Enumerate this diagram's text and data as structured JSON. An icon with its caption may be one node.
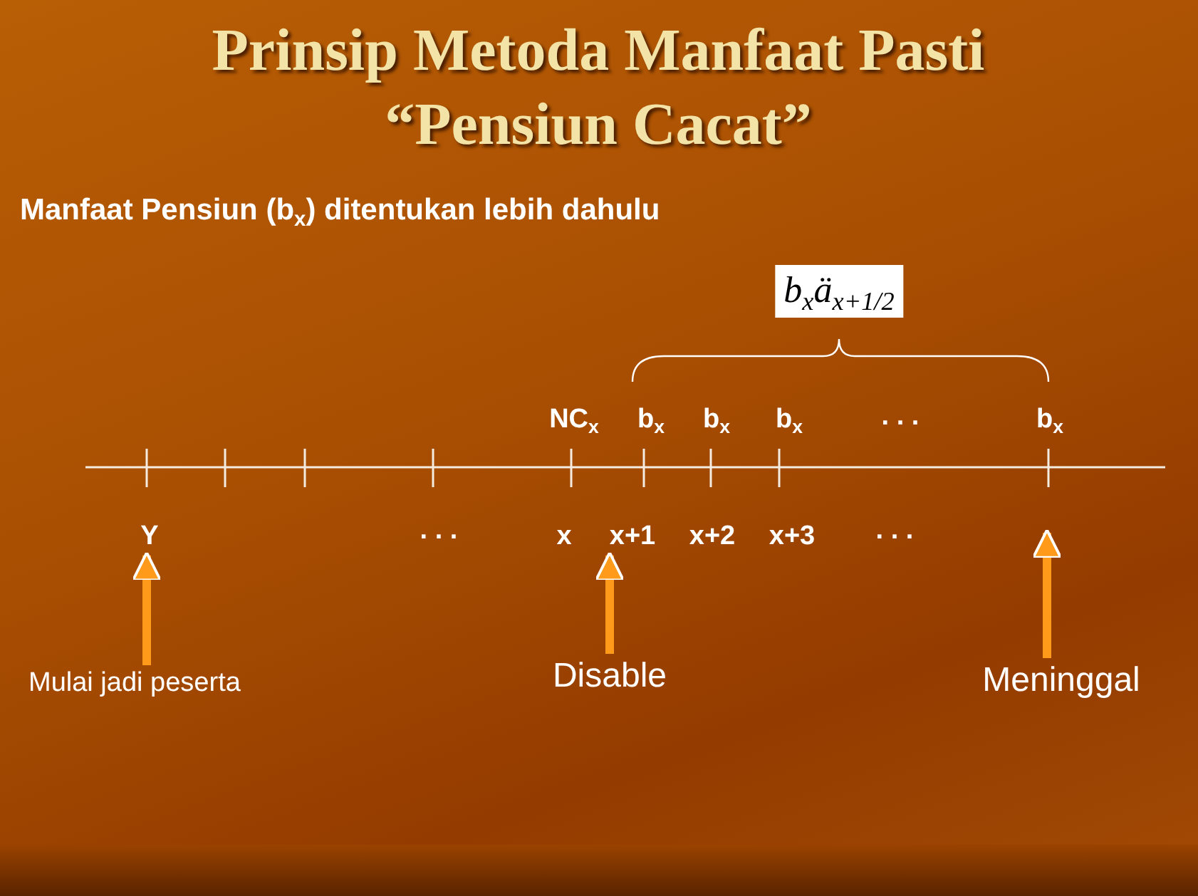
{
  "diagram": {
    "title": "Prinsip Metoda Manfaat Pasti “Pensiun Cacat”",
    "nodes": [
      {
        "text": [
          "Y"
        ]
      },
      {
        "text": [
          "x+1"
        ]
      },
      {
        "text": [
          "Mulai jadi peserta"
        ]
      },
      {
        "text": [
          "Disable"
        ]
      },
      {
        "text": [
          "Meninggal"
        ]
      }
    ],
    "edges": [
      {
        "from": 2,
        "to": 0,
        "arrow": "to"
      },
      {
        "from": 3,
        "to": 1,
        "arrow": "to"
      },
      {
        "from": 4,
        "to": null,
        "arrow": "to"
      }
    ],
    "labels": [
      "Manfaat Pensiun (b$_{x}$) ditentukan lebih dahulu",
      "b$_{x}$ä$_{x+1/2}$",
      "NC$_{x}$",
      "b$_{x}$",
      "b$_{x}$",
      "b$_{x}$",
      ". . .",
      "b$_{x}$",
      ". . .",
      "x",
      "x+2",
      "x+3",
      ". . ."
    ]
  }
}
